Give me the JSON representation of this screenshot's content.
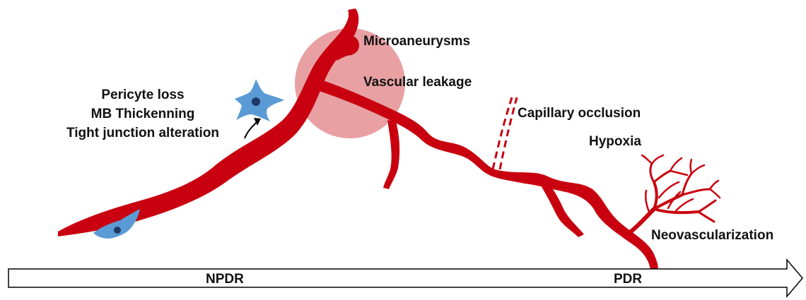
{
  "diagram": {
    "labels": {
      "microaneurysms": "Microaneurysms",
      "vascular_leakage": "Vascular leakage",
      "capillary_occlusion": "Capillary occlusion",
      "hypoxia": "Hypoxia",
      "neovascularization": "Neovascularization",
      "pericyte_loss": "Pericyte loss",
      "mb_thickening": "MB Thickenning",
      "tight_junction": "Tight junction alteration"
    },
    "timeline": {
      "npdr": "NPDR",
      "pdr": "PDR"
    },
    "colors": {
      "vessel": "#c8000f",
      "leak_circle": "#e8a0a3",
      "pericyte": "#5b9bd5",
      "pericyte_nucleus": "#1f3864",
      "arrow_outline": "#000000"
    }
  }
}
